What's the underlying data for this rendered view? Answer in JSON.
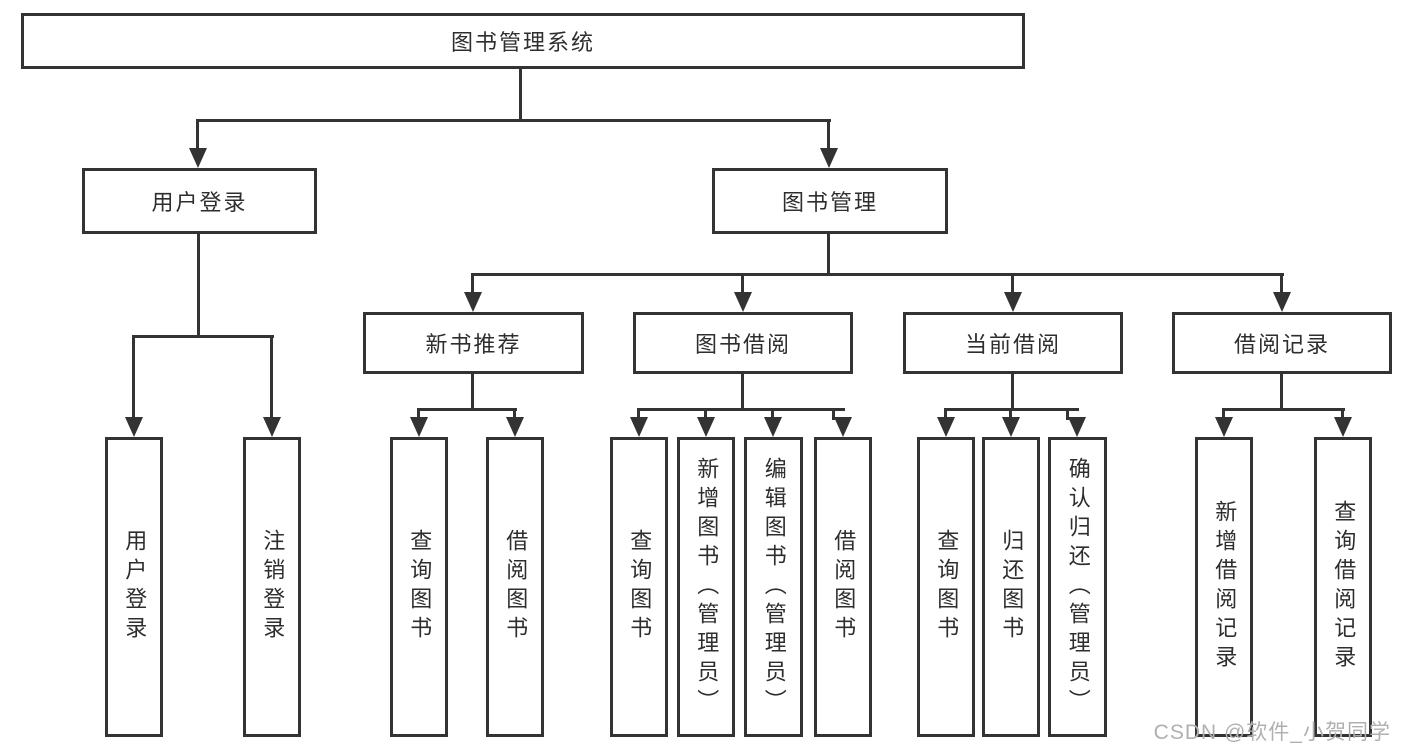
{
  "diagram": {
    "root": {
      "label": "图书管理系统"
    },
    "level2": [
      {
        "label": "用户登录"
      },
      {
        "label": "图书管理"
      }
    ],
    "level3": [
      {
        "label": "新书推荐"
      },
      {
        "label": "图书借阅"
      },
      {
        "label": "当前借阅"
      },
      {
        "label": "借阅记录"
      }
    ],
    "leaves": {
      "user_login": [
        "用户登录",
        "注销登录"
      ],
      "new_book_rec": [
        "查询图书",
        "借阅图书"
      ],
      "book_borrow": [
        "查询图书",
        "新增图书（管理员）",
        "编辑图书（管理员）",
        "借阅图书"
      ],
      "current_borrow": [
        "查询图书",
        "归还图书",
        "确认归还（管理员）"
      ],
      "borrow_records": [
        "新增借阅记录",
        "查询借阅记录"
      ]
    }
  },
  "watermark": {
    "text": "CSDN @软件_小贺同学"
  },
  "colors": {
    "line": "#333333",
    "text": "#2e2e2e",
    "background": "#ffffff",
    "watermark": "#b0b0b0"
  }
}
